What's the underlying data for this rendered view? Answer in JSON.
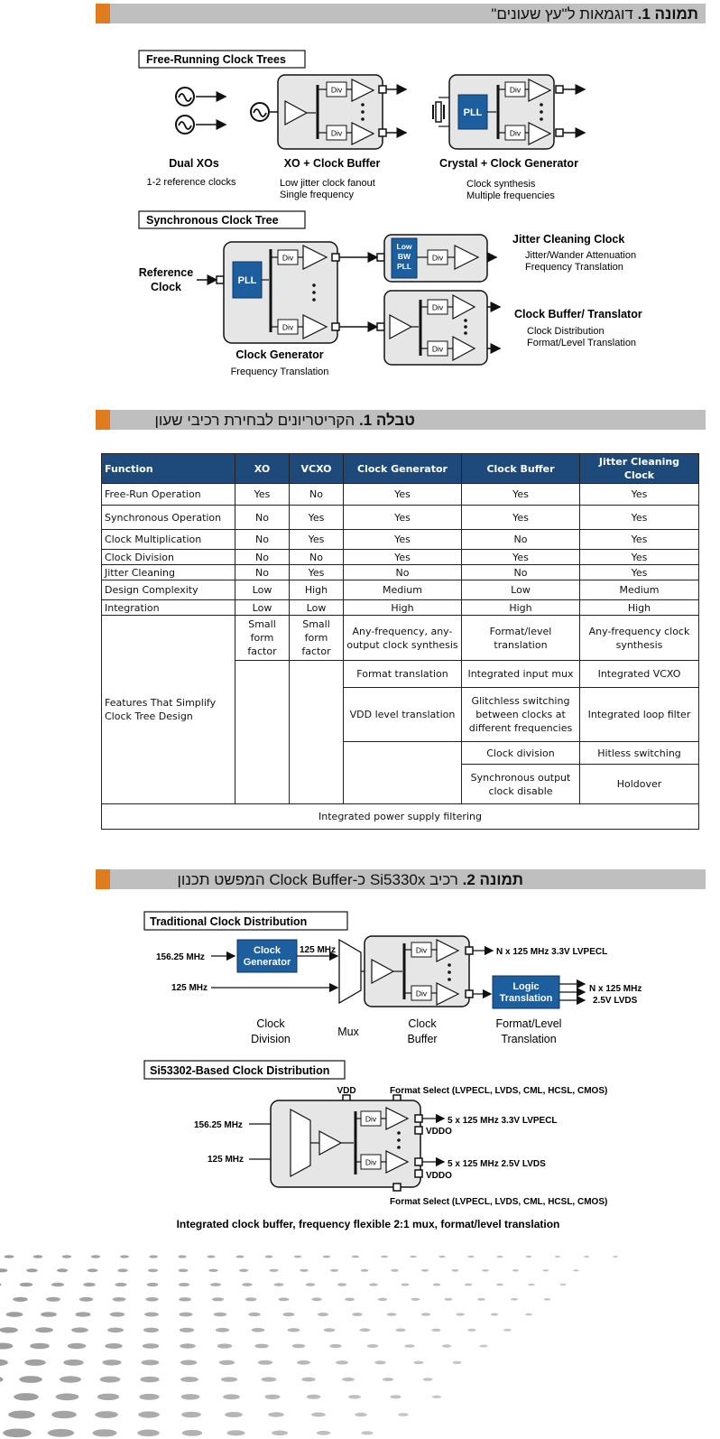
{
  "figure1": {
    "label": "תמונה 1.",
    "title": "דוגמאות ל\"עץ שעונים\""
  },
  "table1": {
    "label": "טבלה 1.",
    "title": "הקריטריונים לבחירת רכיבי שעון"
  },
  "figure2": {
    "label": "תמונה 2.",
    "title": "רכיב Si5330x כ-Clock Buffer המפשט תכנון"
  },
  "diagram1": {
    "free_running_title": "Free-Running Clock Trees",
    "dual_xos": "Dual XOs",
    "dual_xos_desc": "1-2 reference clocks",
    "xo_buffer": "XO + Clock Buffer",
    "xo_buffer_desc1": "Low jitter clock fanout",
    "xo_buffer_desc2": "Single frequency",
    "crystal_gen": "Crystal + Clock Generator",
    "crystal_gen_desc1": "Clock synthesis",
    "crystal_gen_desc2": "Multiple frequencies",
    "sync_title": "Synchronous Clock Tree",
    "reference_clock_1": "Reference",
    "reference_clock_2": "Clock",
    "clock_generator": "Clock Generator",
    "clock_generator_desc": "Frequency Translation",
    "jitter_clock": "Jitter Cleaning Clock",
    "jitter_desc1": "Jitter/Wander Attenuation",
    "jitter_desc2": "Frequency Translation",
    "buffer_translator": "Clock Buffer/ Translator",
    "buffer_desc1": "Clock Distribution",
    "buffer_desc2": "Format/Level Translation",
    "div": "Div",
    "pll": "PLL",
    "low_bw_pll": [
      "Low",
      "BW",
      "PLL"
    ]
  },
  "table": {
    "headers": [
      "Function",
      "XO",
      "VCXO",
      "Clock Generator",
      "Clock Buffer",
      "Jitter Cleaning Clock"
    ],
    "rows": [
      [
        "Free-Run Operation",
        "Yes",
        "No",
        "Yes",
        "Yes",
        "Yes"
      ],
      [
        "Synchronous Operation",
        "No",
        "Yes",
        "Yes",
        "Yes",
        "Yes"
      ],
      [
        "Clock Multiplication",
        "No",
        "Yes",
        "Yes",
        "No",
        "Yes"
      ],
      [
        "Clock Division",
        "No",
        "No",
        "Yes",
        "Yes",
        "Yes"
      ],
      [
        "Jitter Cleaning",
        "No",
        "Yes",
        "No",
        "No",
        "Yes"
      ],
      [
        "Design Complexity",
        "Low",
        "High",
        "Medium",
        "Low",
        "Medium"
      ],
      [
        "Integration",
        "Low",
        "Low",
        "High",
        "High",
        "High"
      ]
    ],
    "features_label": "Features That Simplify Clock Tree Design",
    "features": {
      "xo": "Small form factor",
      "vcxo": "Small form factor",
      "gen": [
        "Any-frequency, any-output clock synthesis",
        "Format translation",
        "VDD level translation"
      ],
      "buf": [
        "Format/level translation",
        "Integrated input mux",
        "Glitchless switching between clocks at different frequencies",
        "Clock division",
        "Synchronous output clock disable"
      ],
      "jit": [
        "Any-frequency clock synthesis",
        "Integrated VCXO",
        "Integrated loop filter",
        "Hitless switching",
        "Holdover"
      ]
    },
    "footer": "Integrated power supply filtering"
  },
  "diagram2": {
    "traditional_title": "Traditional Clock Distribution",
    "in1": "156.25 MHz",
    "in2": "125 MHz",
    "clock_gen_1": "Clock",
    "clock_gen_2": "Generator",
    "mid_freq": "125 MHz",
    "out1": "N x 125 MHz 3.3V LVPECL",
    "logic_1": "Logic",
    "logic_2": "Translation",
    "out2a": "N x 125 MHz",
    "out2b": "2.5V LVDS",
    "lbl_division_1": "Clock",
    "lbl_division_2": "Division",
    "lbl_mux": "Mux",
    "lbl_buffer_1": "Clock",
    "lbl_buffer_2": "Buffer",
    "lbl_format_1": "Format/Level",
    "lbl_format_2": "Translation",
    "si_title": "Si53302-Based Clock Distribution",
    "vdd": "VDD",
    "format_select": "Format Select (LVPECL, LVDS, CML, HCSL, CMOS)",
    "si_in1": "156.25 MHz",
    "si_in2": "125 MHz",
    "si_out1": "5 x 125 MHz 3.3V LVPECL",
    "si_out2": "5 x 125 MHz 2.5V LVDS",
    "vddo": "VDDO",
    "caption": "Integrated clock buffer, frequency flexible 2:1 mux, format/level translation"
  }
}
